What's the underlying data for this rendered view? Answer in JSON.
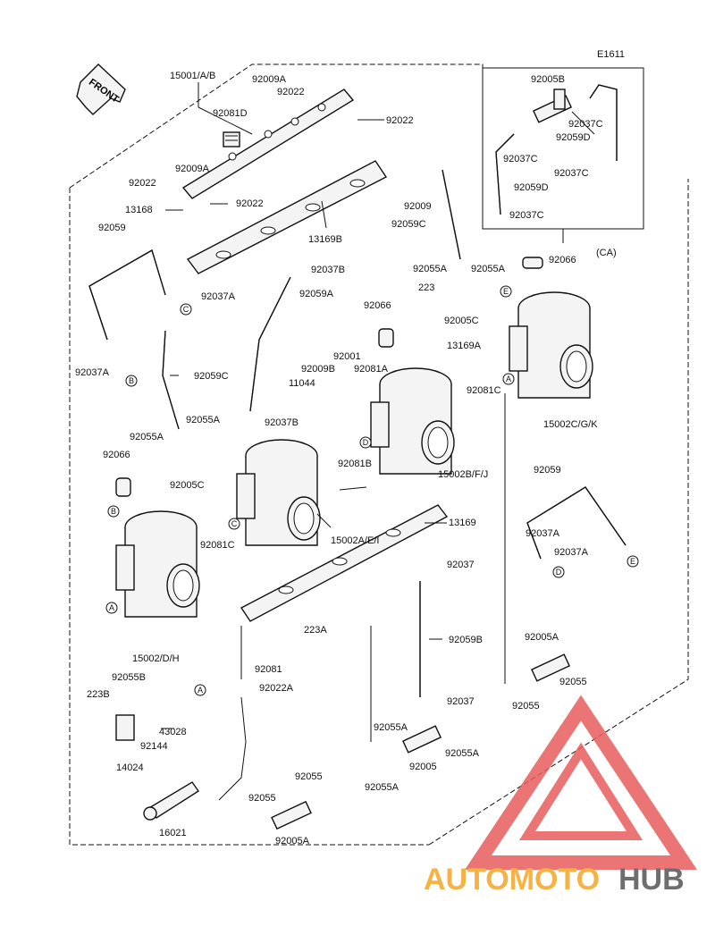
{
  "page_ref": "E1611",
  "front_label": "FRONT",
  "ca_label": "(CA)",
  "ref_letters": [
    "A",
    "B",
    "C",
    "D",
    "E"
  ],
  "parts": {
    "p15001": "15001/A/B",
    "p92009A_1": "92009A",
    "p92022_1": "92022",
    "p92022_2": "92022",
    "p92081D": "92081D",
    "p92009A_2": "92009A",
    "p92022_3": "92022",
    "p92022_4": "92022",
    "p13168": "13168",
    "p92009_1": "92009",
    "p92059C_1": "92059C",
    "p13169B": "13169B",
    "p92059_1": "92059",
    "p92037A_1": "92037A",
    "p92037B_1": "92037B",
    "p92059A": "92059A",
    "p92037A_2": "92037A",
    "p92059C_2": "92059C",
    "p92055A_1": "92055A",
    "p92055A_2": "92055A",
    "p92005C_1": "92005C",
    "p92066_1": "92066",
    "p92081C_1": "92081C",
    "p92055A_3": "92055A",
    "p92055A_4": "92055A",
    "p223": "223",
    "p92066_2": "92066",
    "p92005C_2": "92005C",
    "p13169A": "13169A",
    "p92001": "92001",
    "p92009B": "92009B",
    "p92081A": "92081A",
    "p11044": "11044",
    "p92037B_2": "92037B",
    "p92081B": "92081B",
    "p92081C_2": "92081C",
    "p15002C": "15002C/G/K",
    "p15002B": "15002B/F/J",
    "p15002A": "15002A/E/I",
    "p13169": "13169",
    "p15002": "15002/D/H",
    "p223A": "223A",
    "p92081": "92081",
    "p92022A": "92022A",
    "p92055B": "92055B",
    "p223B": "223B",
    "p43028": "43028",
    "p92144": "92144",
    "p14024": "14024",
    "p16021": "16021",
    "p92055_1": "92055",
    "p92055_2": "92055",
    "p92005A_1": "92005A",
    "p92037_1": "92037",
    "p92059B": "92059B",
    "p92037_2": "92037",
    "p92055A_5": "92055A",
    "p92055A_6": "92055A",
    "p92005": "92005",
    "p92055A_7": "92055A",
    "p92059_2": "92059",
    "p92037A_3": "92037A",
    "p92037A_4": "92037A",
    "p92005A_2": "92005A",
    "p92055_3": "92055",
    "p92055_4": "92055",
    "p92005B": "92005B",
    "p92037C_1": "92037C",
    "p92059D_1": "92059D",
    "p92037C_2": "92037C",
    "p92037C_3": "92037C",
    "p92059D_2": "92059D",
    "p92037C_4": "92037C",
    "p92066_3": "92066"
  },
  "watermark": {
    "part1": "AUTOMOTO",
    "part2": "HUB",
    "color1": "#f5a623",
    "color2": "#555555",
    "triangle_color": "#e85c5c"
  }
}
